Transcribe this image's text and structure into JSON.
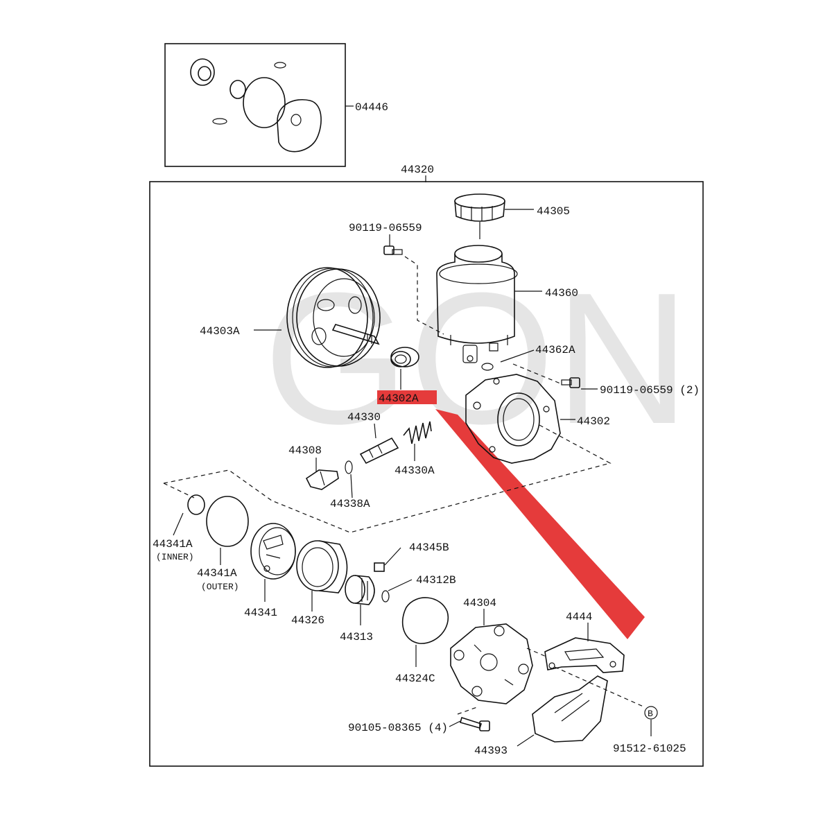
{
  "watermark": "GON",
  "highlight": {
    "label": "44302A",
    "color": "#e53b3b"
  },
  "kit_label": "04446",
  "assembly_label": "44320",
  "labels": {
    "p44305": "44305",
    "p90119_top": "90119-06559",
    "p44360": "44360",
    "p44303A": "44303A",
    "p44362A": "44362A",
    "p90119_right": "90119-06559 (2)",
    "p44302": "44302",
    "p44330": "44330",
    "p44308": "44308",
    "p44330A": "44330A",
    "p44338A": "44338A",
    "p44341A_inner": "44341A",
    "inner_note": "(INNER)",
    "p44341A_outer": "44341A",
    "outer_note": "(OUTER)",
    "p44341": "44341",
    "p44326": "44326",
    "p44345B": "44345B",
    "p44312B": "44312B",
    "p44313": "44313",
    "p44304": "44304",
    "p4444": "4444",
    "p44324C": "44324C",
    "p90105": "90105-08365 (4)",
    "p44393": "44393",
    "p91512": "91512-61025",
    "b_marker": "B"
  }
}
